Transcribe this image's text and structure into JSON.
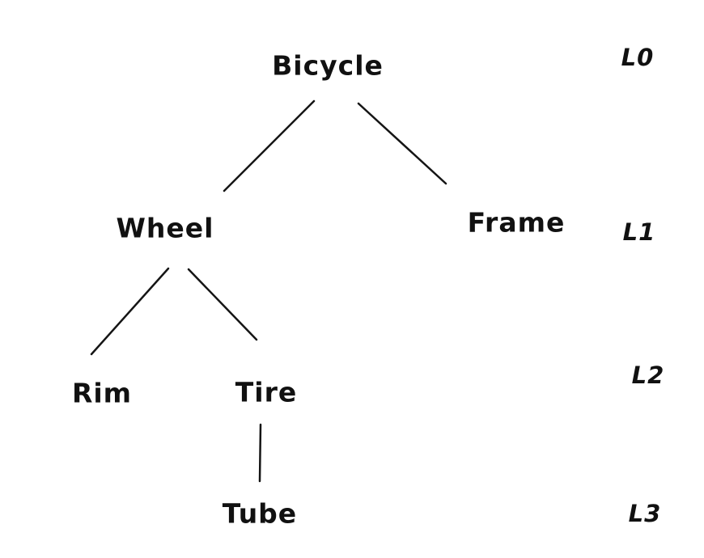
{
  "diagram": {
    "type": "tree",
    "ink_color": "#151515",
    "background_color": "#ffffff",
    "nodes": [
      {
        "id": "bicycle",
        "label": "Bicycle",
        "level": 0,
        "parent": null
      },
      {
        "id": "wheel",
        "label": "Wheel",
        "level": 1,
        "parent": "bicycle"
      },
      {
        "id": "frame",
        "label": "Frame",
        "level": 1,
        "parent": "bicycle"
      },
      {
        "id": "rim",
        "label": "Rim",
        "level": 2,
        "parent": "wheel"
      },
      {
        "id": "tire",
        "label": "Tire",
        "level": 2,
        "parent": "wheel"
      },
      {
        "id": "tube",
        "label": "Tube",
        "level": 3,
        "parent": "tire"
      }
    ],
    "edges": [
      {
        "from": "bicycle",
        "to": "wheel"
      },
      {
        "from": "bicycle",
        "to": "frame"
      },
      {
        "from": "wheel",
        "to": "rim"
      },
      {
        "from": "wheel",
        "to": "tire"
      },
      {
        "from": "tire",
        "to": "tube"
      }
    ],
    "level_labels": [
      {
        "label": "L0"
      },
      {
        "label": "L1"
      },
      {
        "label": "L2"
      },
      {
        "label": "L3"
      }
    ]
  }
}
